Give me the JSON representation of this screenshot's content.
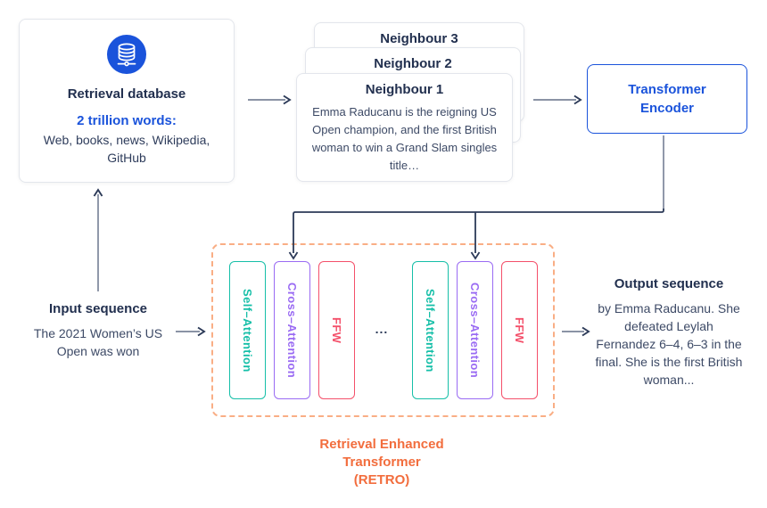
{
  "colors": {
    "accent_blue": "#1a53db",
    "navy_text": "#22304f",
    "body_text": "#3d4a66",
    "teal": "#16bfa8",
    "purple": "#9a6bf3",
    "red_pink": "#f4506a",
    "orange_dash": "#f9ae85",
    "orange_text": "#f26d3d",
    "arrow_shaft": "#8a93a5",
    "arrow_head": "#2c3a58"
  },
  "database": {
    "icon": "database-icon",
    "title": "Retrieval database",
    "highlight": "2 trillion words:",
    "lines": [
      "Web, books, news, Wikipedia,",
      "GitHub"
    ]
  },
  "neighbours": {
    "card3_title": "Neighbour 3",
    "card2_title": "Neighbour 2",
    "card1_title": "Neighbour 1",
    "card1_lines": [
      "Emma Raducanu is the reigning US",
      "Open champion, and the first British",
      "woman to win a Grand Slam singles",
      "title…"
    ]
  },
  "encoder": {
    "lines": [
      "Transformer",
      "Encoder"
    ]
  },
  "retro": {
    "blocks": [
      "Self–Attention",
      "Cross–Attention",
      "FFW",
      "Self–Attention",
      "Cross–Attention",
      "FFW"
    ],
    "ellipsis": "...",
    "caption_lines": [
      "Retrieval Enhanced",
      "Transformer",
      "(RETRO)"
    ]
  },
  "input": {
    "title": "Input sequence",
    "lines": [
      "The 2021 Women’s US",
      "Open was won"
    ]
  },
  "output": {
    "title": "Output sequence",
    "lines": [
      "by Emma Raducanu. She",
      "defeated Leylah",
      "Fernandez 6–4, 6–3 in the",
      "final. She is the first British",
      "woman..."
    ]
  }
}
